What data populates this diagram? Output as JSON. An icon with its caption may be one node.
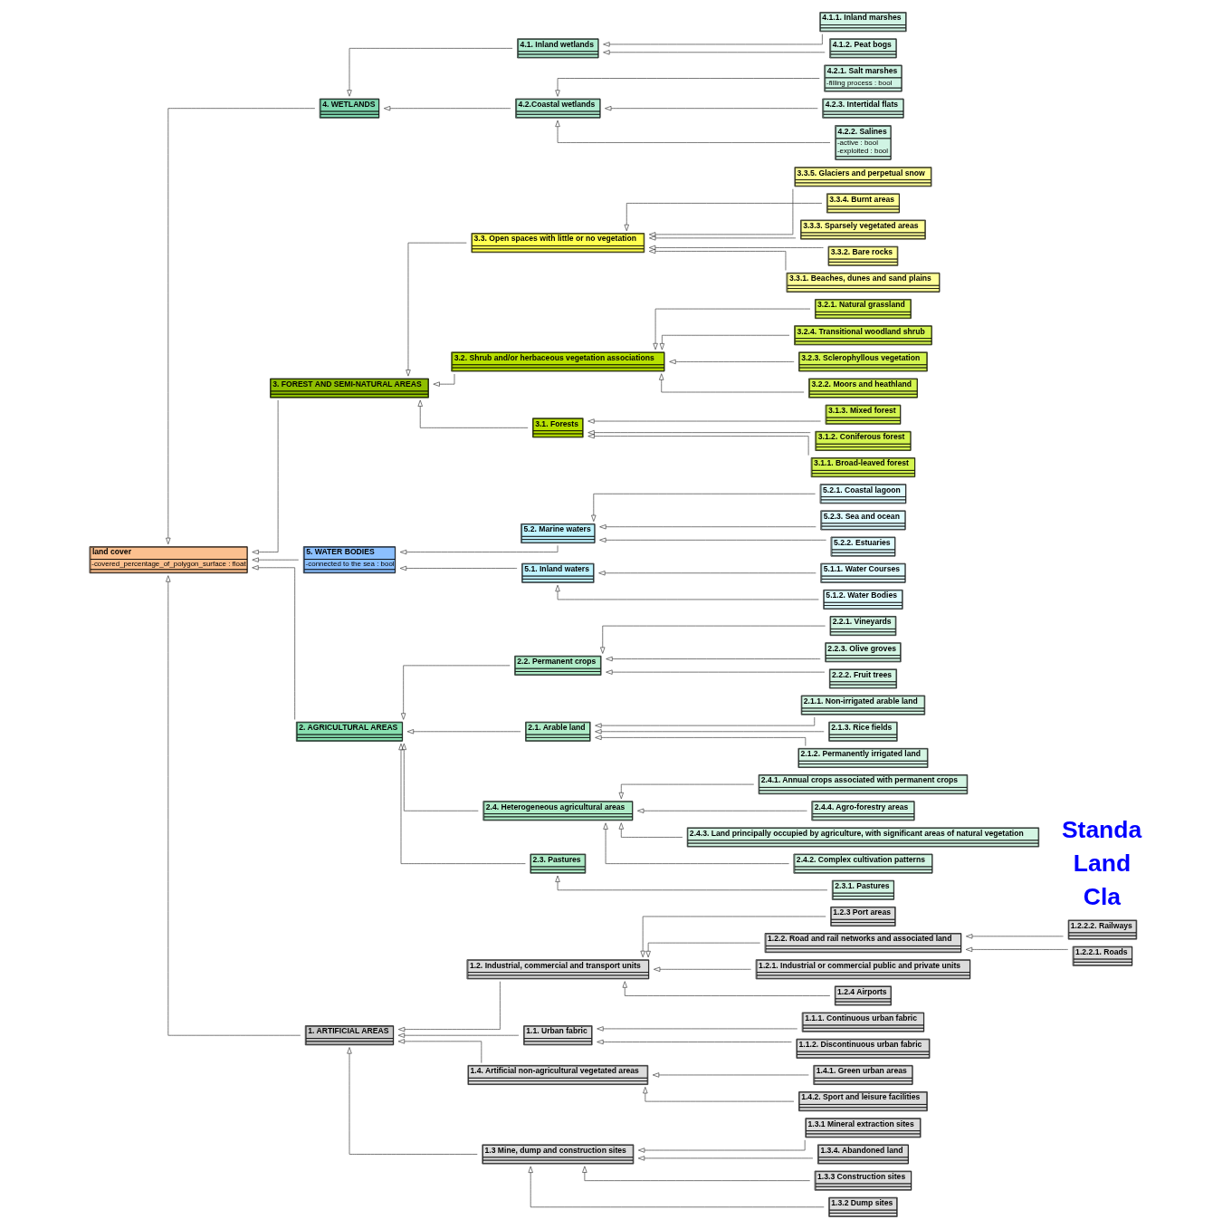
{
  "diagram": {
    "nodes": [
      {
        "text": [
          "land cover",
          "-covered_percentage_of_polygon_surface : float"
        ]
      },
      {
        "text": [
          "1. ARTIFICIAL AREAS"
        ]
      },
      {
        "text": [
          "1.1. Urban fabric"
        ]
      },
      {
        "text": [
          "1.1.1. Continuous urban fabric"
        ]
      },
      {
        "text": [
          "1.1.2. Discontinuous urban fabric"
        ]
      },
      {
        "text": [
          "1.2. Industrial, commercial and transport units"
        ]
      },
      {
        "text": [
          "1.2.1. Industrial or commercial public and private units"
        ]
      },
      {
        "text": [
          "1.2.2. Road and rail networks and associated land"
        ]
      },
      {
        "text": [
          "1.2.2.1. Roads"
        ]
      },
      {
        "text": [
          "1.2.2.2. Railways"
        ]
      },
      {
        "text": [
          "1.2.3 Port areas"
        ]
      },
      {
        "text": [
          "1.2.4 Airports"
        ]
      },
      {
        "text": [
          "1.3 Mine, dump and construction sites"
        ]
      },
      {
        "text": [
          "1.3.1 Mineral extraction sites"
        ]
      },
      {
        "text": [
          "1.3.2 Dump sites"
        ]
      },
      {
        "text": [
          "1.3.3 Construction sites"
        ]
      },
      {
        "text": [
          "1.3.4. Abandoned land"
        ]
      },
      {
        "text": [
          "1.4. Artificial non-agricultural vegetated areas"
        ]
      },
      {
        "text": [
          "1.4.1. Green urban areas"
        ]
      },
      {
        "text": [
          "1.4.2. Sport and leisure facilities"
        ]
      },
      {
        "text": [
          "2. AGRICULTURAL AREAS"
        ]
      },
      {
        "text": [
          "2.1. Arable land"
        ]
      },
      {
        "text": [
          "2.1.1. Non-irrigated arable land"
        ]
      },
      {
        "text": [
          "2.1.2. Permanently irrigated land"
        ]
      },
      {
        "text": [
          "2.1.3. Rice fields"
        ]
      },
      {
        "text": [
          "2.2. Permanent crops"
        ]
      },
      {
        "text": [
          "2.2.1. Vineyards"
        ]
      },
      {
        "text": [
          "2.2.2. Fruit trees"
        ]
      },
      {
        "text": [
          "2.2.3. Olive groves"
        ]
      },
      {
        "text": [
          "2.3. Pastures"
        ]
      },
      {
        "text": [
          "2.3.1. Pastures"
        ]
      },
      {
        "text": [
          "2.4. Heterogeneous agricultural areas"
        ]
      },
      {
        "text": [
          "2.4.1. Annual crops associated with permanent crops"
        ]
      },
      {
        "text": [
          "2.4.2. Complex cultivation patterns"
        ]
      },
      {
        "text": [
          "2.4.3. Land principally occupied by agriculture, with significant areas of natural vegetation"
        ]
      },
      {
        "text": [
          "2.4.4. Agro-forestry areas"
        ]
      },
      {
        "text": [
          "3. FOREST AND SEMI-NATURAL AREAS"
        ]
      },
      {
        "text": [
          "3.1. Forests"
        ]
      },
      {
        "text": [
          "3.1.1. Broad-leaved forest"
        ]
      },
      {
        "text": [
          "3.1.2. Coniferous forest"
        ]
      },
      {
        "text": [
          "3.1.3. Mixed forest"
        ]
      },
      {
        "text": [
          "3.2. Shrub and/or herbaceous vegetation associations"
        ]
      },
      {
        "text": [
          "3.2.1. Natural grassland"
        ]
      },
      {
        "text": [
          "3.2.2. Moors and heathland"
        ]
      },
      {
        "text": [
          "3.2.3. Sclerophyllous vegetation"
        ]
      },
      {
        "text": [
          "3.2.4. Transitional woodland shrub"
        ]
      },
      {
        "text": [
          "3.3. Open spaces with little or no vegetation"
        ]
      },
      {
        "text": [
          "3.3.1. Beaches, dunes and sand plains"
        ]
      },
      {
        "text": [
          "3.3.2. Bare rocks"
        ]
      },
      {
        "text": [
          "3.3.3. Sparsely vegetated areas"
        ]
      },
      {
        "text": [
          "3.3.4. Burnt areas"
        ]
      },
      {
        "text": [
          "3.3.5. Glaciers and perpetual snow"
        ]
      },
      {
        "text": [
          "4. WETLANDS"
        ]
      },
      {
        "text": [
          "4.1. Inland wetlands"
        ]
      },
      {
        "text": [
          "4.1.1. Inland marshes"
        ]
      },
      {
        "text": [
          "4.1.2. Peat bogs"
        ]
      },
      {
        "text": [
          "4.2.Coastal wetlands"
        ]
      },
      {
        "text": [
          "4.2.1. Salt marshes",
          "-filling process : bool"
        ]
      },
      {
        "text": [
          "4.2.2. Salines",
          "-active : bool",
          "-exploited : bool"
        ]
      },
      {
        "text": [
          "4.2.3. Intertidal flats"
        ]
      },
      {
        "text": [
          "5. WATER BODIES",
          "-connected to the sea : bool"
        ]
      },
      {
        "text": [
          "5.1. Inland waters"
        ]
      },
      {
        "text": [
          "5.1.1. Water Courses"
        ]
      },
      {
        "text": [
          "5.1.2. Water Bodies"
        ]
      },
      {
        "text": [
          "5.2. Marine waters"
        ]
      },
      {
        "text": [
          "5.2.1. Coastal lagoon"
        ]
      },
      {
        "text": [
          "5.2.2. Estuaries"
        ]
      },
      {
        "text": [
          "5.2.3. Sea and ocean"
        ]
      }
    ],
    "edges": [
      {
        "from": 1,
        "to": 0,
        "arrow": "to"
      },
      {
        "from": 20,
        "to": 0,
        "arrow": "to"
      },
      {
        "from": 36,
        "to": 0,
        "arrow": "to"
      },
      {
        "from": 52,
        "to": 0,
        "arrow": "to"
      },
      {
        "from": 60,
        "to": 0,
        "arrow": "to"
      },
      {
        "from": 2,
        "to": 1,
        "arrow": "to"
      },
      {
        "from": 3,
        "to": 2,
        "arrow": "to"
      },
      {
        "from": 4,
        "to": 2,
        "arrow": "to"
      },
      {
        "from": 5,
        "to": 1,
        "arrow": "to"
      },
      {
        "from": 6,
        "to": 5,
        "arrow": "to"
      },
      {
        "from": 7,
        "to": 5,
        "arrow": "to"
      },
      {
        "from": 8,
        "to": 7,
        "arrow": "to"
      },
      {
        "from": 9,
        "to": 7,
        "arrow": "to"
      },
      {
        "from": 10,
        "to": 5,
        "arrow": "to"
      },
      {
        "from": 11,
        "to": 5,
        "arrow": "to"
      },
      {
        "from": 12,
        "to": 1,
        "arrow": "to"
      },
      {
        "from": 13,
        "to": 12,
        "arrow": "to"
      },
      {
        "from": 14,
        "to": 12,
        "arrow": "to"
      },
      {
        "from": 15,
        "to": 12,
        "arrow": "to"
      },
      {
        "from": 16,
        "to": 12,
        "arrow": "to"
      },
      {
        "from": 17,
        "to": 1,
        "arrow": "to"
      },
      {
        "from": 18,
        "to": 17,
        "arrow": "to"
      },
      {
        "from": 19,
        "to": 17,
        "arrow": "to"
      },
      {
        "from": 21,
        "to": 20,
        "arrow": "to"
      },
      {
        "from": 22,
        "to": 21,
        "arrow": "to"
      },
      {
        "from": 23,
        "to": 21,
        "arrow": "to"
      },
      {
        "from": 24,
        "to": 21,
        "arrow": "to"
      },
      {
        "from": 25,
        "to": 20,
        "arrow": "to"
      },
      {
        "from": 26,
        "to": 25,
        "arrow": "to"
      },
      {
        "from": 27,
        "to": 25,
        "arrow": "to"
      },
      {
        "from": 28,
        "to": 25,
        "arrow": "to"
      },
      {
        "from": 29,
        "to": 20,
        "arrow": "to"
      },
      {
        "from": 30,
        "to": 29,
        "arrow": "to"
      },
      {
        "from": 31,
        "to": 20,
        "arrow": "to"
      },
      {
        "from": 32,
        "to": 31,
        "arrow": "to"
      },
      {
        "from": 33,
        "to": 31,
        "arrow": "to"
      },
      {
        "from": 34,
        "to": 31,
        "arrow": "to"
      },
      {
        "from": 35,
        "to": 31,
        "arrow": "to"
      },
      {
        "from": 37,
        "to": 36,
        "arrow": "to"
      },
      {
        "from": 38,
        "to": 37,
        "arrow": "to"
      },
      {
        "from": 39,
        "to": 37,
        "arrow": "to"
      },
      {
        "from": 40,
        "to": 37,
        "arrow": "to"
      },
      {
        "from": 41,
        "to": 36,
        "arrow": "to"
      },
      {
        "from": 42,
        "to": 41,
        "arrow": "to"
      },
      {
        "from": 43,
        "to": 41,
        "arrow": "to"
      },
      {
        "from": 44,
        "to": 41,
        "arrow": "to"
      },
      {
        "from": 45,
        "to": 41,
        "arrow": "to"
      },
      {
        "from": 46,
        "to": 36,
        "arrow": "to"
      },
      {
        "from": 47,
        "to": 46,
        "arrow": "to"
      },
      {
        "from": 48,
        "to": 46,
        "arrow": "to"
      },
      {
        "from": 49,
        "to": 46,
        "arrow": "to"
      },
      {
        "from": 50,
        "to": 46,
        "arrow": "to"
      },
      {
        "from": 51,
        "to": 46,
        "arrow": "to"
      },
      {
        "from": 53,
        "to": 52,
        "arrow": "to"
      },
      {
        "from": 54,
        "to": 53,
        "arrow": "to"
      },
      {
        "from": 55,
        "to": 53,
        "arrow": "to"
      },
      {
        "from": 56,
        "to": 52,
        "arrow": "to"
      },
      {
        "from": 57,
        "to": 56,
        "arrow": "to"
      },
      {
        "from": 58,
        "to": 56,
        "arrow": "to"
      },
      {
        "from": 59,
        "to": 56,
        "arrow": "to"
      },
      {
        "from": 61,
        "to": 60,
        "arrow": "to"
      },
      {
        "from": 62,
        "to": 61,
        "arrow": "to"
      },
      {
        "from": 63,
        "to": 61,
        "arrow": "to"
      },
      {
        "from": 64,
        "to": 60,
        "arrow": "to"
      },
      {
        "from": 65,
        "to": 64,
        "arrow": "to"
      },
      {
        "from": 66,
        "to": 64,
        "arrow": "to"
      },
      {
        "from": 67,
        "to": 64,
        "arrow": "to"
      }
    ],
    "labels": [
      "Standa",
      "Land",
      "Cla"
    ]
  }
}
